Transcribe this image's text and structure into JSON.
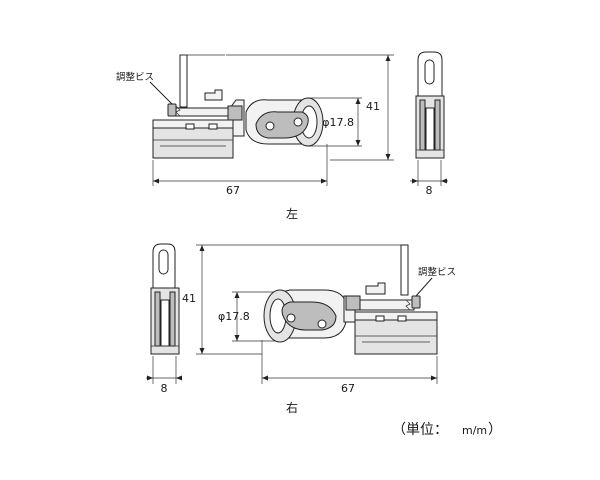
{
  "top_view": {
    "caption": "左",
    "callout_label": "調整ビス",
    "width_dim": "67",
    "height_dim": "41",
    "diameter_dim": "φ17.8",
    "side_width_dim": "8"
  },
  "bottom_view": {
    "caption": "右",
    "callout_label": "調整ビス",
    "width_dim": "67",
    "height_dim": "41",
    "diameter_dim": "φ17.8",
    "side_width_dim": "8"
  },
  "unit_note": {
    "prefix": "（単位：",
    "fraction": "m/m",
    "suffix": "）"
  }
}
